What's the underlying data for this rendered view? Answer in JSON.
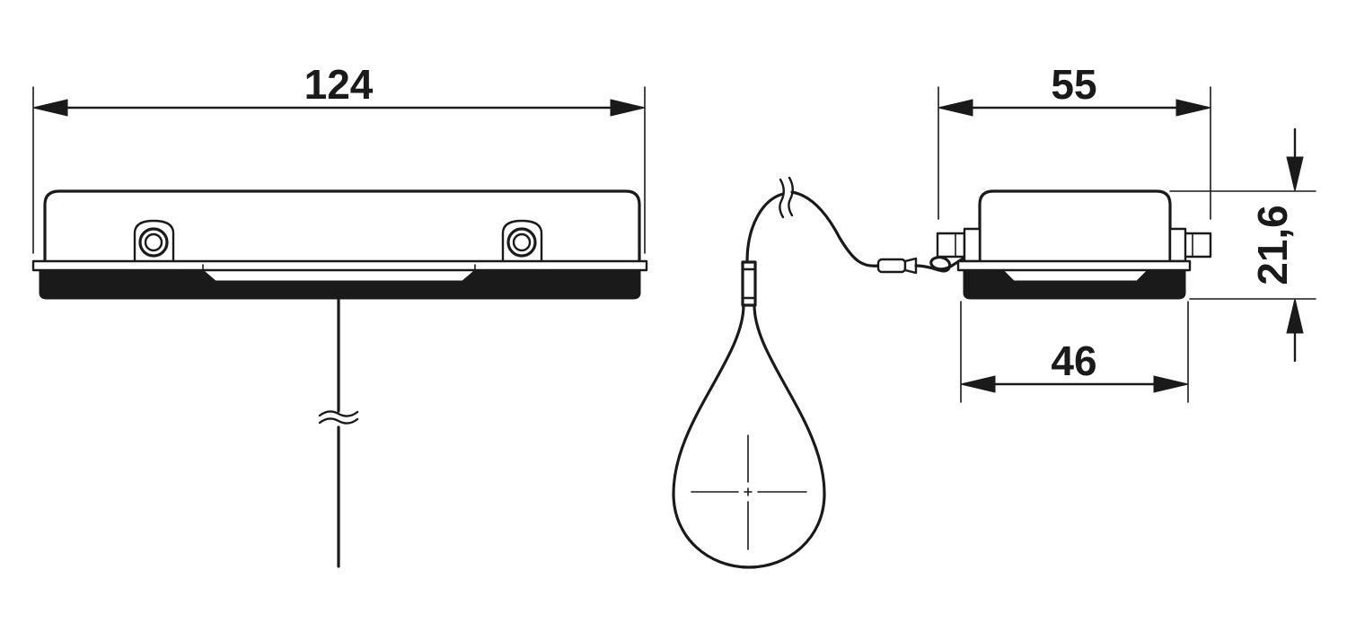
{
  "dimensions": {
    "overall_length": "124",
    "side_width": "55",
    "base_width": "46",
    "height": "21,6"
  },
  "colors": {
    "line": "#1a1a1a",
    "background": "#ffffff"
  }
}
